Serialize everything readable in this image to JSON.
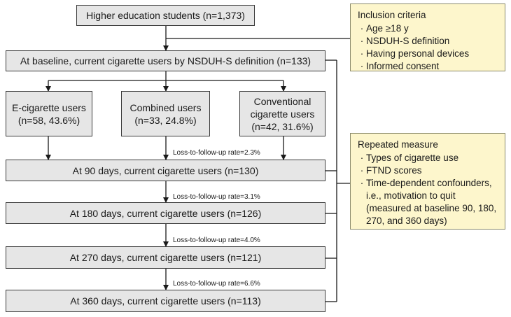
{
  "boxes": {
    "students": "Higher education students (n=1,373)",
    "baseline": "At baseline, current cigarette users by NSDUH-S definition (n=133)",
    "ecig": {
      "line1": "E-cigarette users",
      "line2": "(n=58, 43.6%)"
    },
    "combined": {
      "line1": "Combined users",
      "line2": "(n=33, 24.8%)"
    },
    "conventional": {
      "line1": "Conventional",
      "line2": "cigarette users",
      "line3": "(n=42, 31.6%)"
    },
    "day90": "At 90 days, current cigarette users (n=130)",
    "day180": "At 180 days, current cigarette users (n=126)",
    "day270": "At 270 days, current cigarette users (n=121)",
    "day360": "At 360 days, current cigarette users (n=113)"
  },
  "loss_labels": {
    "day90": "Loss-to-follow-up rate=2.3%",
    "day180": "Loss-to-follow-up rate=3.1%",
    "day270": "Loss-to-follow-up rate=4.0%",
    "day360": "Loss-to-follow-up rate=6.6%"
  },
  "inclusion": {
    "title": "Inclusion criteria",
    "items": [
      "Age ≥18 y",
      "NSDUH-S definition",
      "Having personal devices",
      "Informed consent"
    ]
  },
  "repeated": {
    "title": "Repeated measure",
    "items": [
      "Types of cigarette use",
      "FTND scores",
      "Time-dependent confounders, i.e., motivation to quit (measured at baseline 90, 180, 270, and 360 days)"
    ]
  }
}
